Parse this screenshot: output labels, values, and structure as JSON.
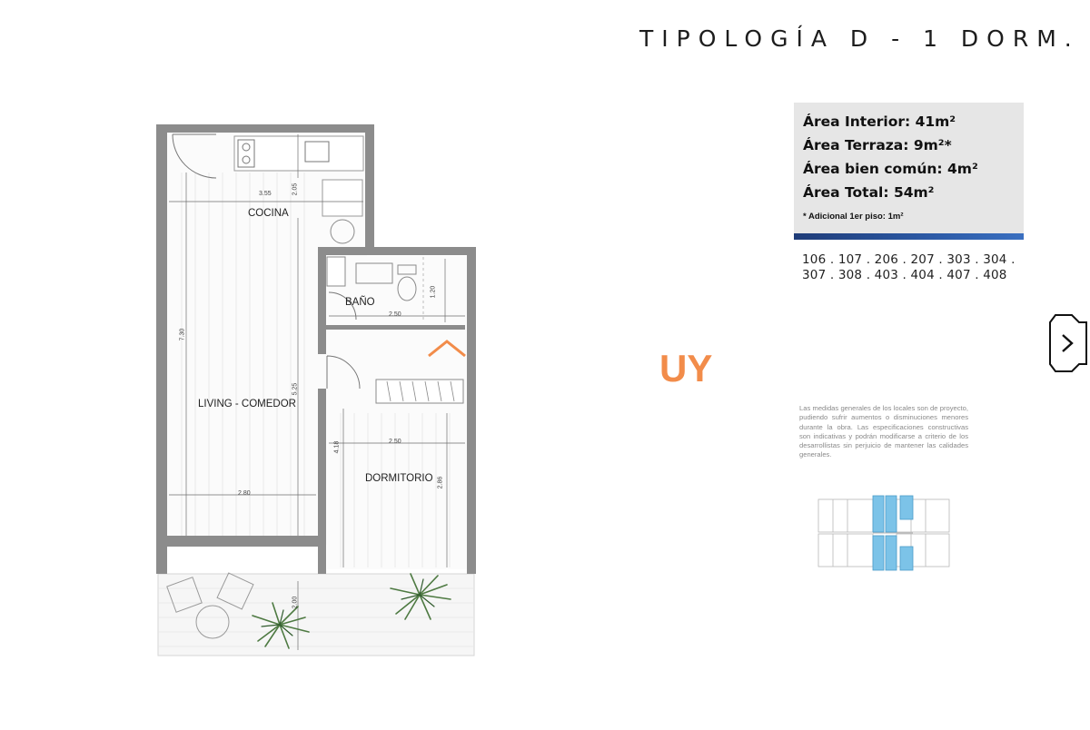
{
  "header": {
    "title": "TIPOLOGÍA D - 1 DORM."
  },
  "areas": {
    "interior": "Área Interior: 41m²",
    "terraza": "Área Terraza: 9m²*",
    "bien_comun": "Área bien común: 4m²",
    "total": "Área Total: 54m²",
    "note": "* Adicional 1er piso: 1m²"
  },
  "units": {
    "line1": "106 . 107 . 206 . 207 . 303 . 304 .",
    "line2": "307 . 308 . 403 . 404 . 407 . 408"
  },
  "disclaimer": "Las medidas generales de los locales son de proyecto, pudiendo sufrir aumentos o disminuciones menores durante la obra. Las especificaciones constructivas son indicativas y podrán modificarse a criterio de los desarrollistas sin perjuicio de mantener las calidades generales.",
  "floorplan": {
    "rooms": {
      "cocina": "COCINA",
      "bano": "BAÑO",
      "living": "LIVING - COMEDOR",
      "dormitorio": "DORMITORIO"
    },
    "dimensions": {
      "kitchen_width": "3.55",
      "kitchen_depth": "2.05",
      "living_height": "7.30",
      "living_mid": "5.25",
      "living_width": "2.80",
      "bath_width": "2.50",
      "bath_depth": "1.20",
      "dorm_width": "2.50",
      "dorm_height": "4.18",
      "dorm_depth": "2.86",
      "terrace_depth": "2.00"
    }
  },
  "watermark": {
    "text": "UY"
  },
  "colors": {
    "accent_bar": "#2c5aa6",
    "watermark": "#f28c4a",
    "keyplan_highlight": "#7cc3e8",
    "info_bg": "#e6e6e6",
    "wall": "#8c8c8c"
  },
  "navigation": {
    "next_icon": "chevron-right-icon"
  }
}
